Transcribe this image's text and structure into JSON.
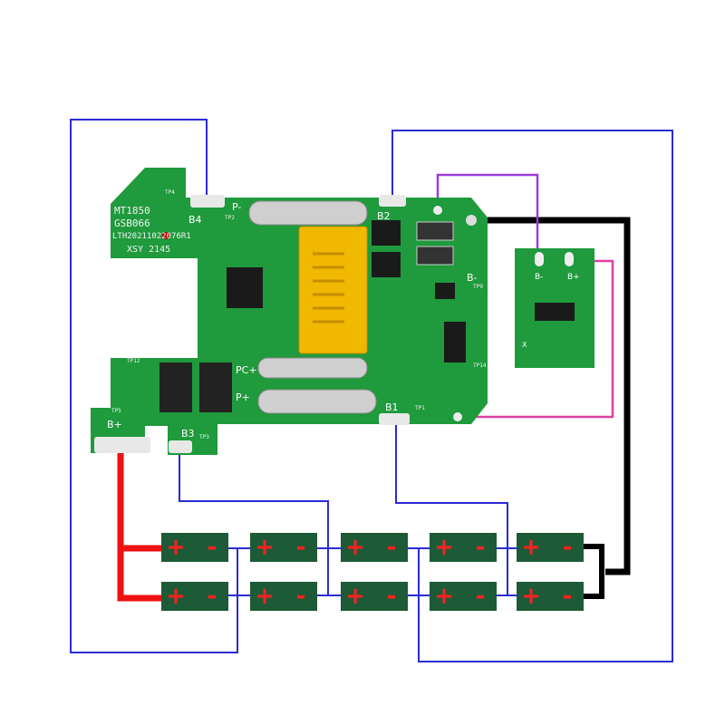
{
  "board": {
    "silkscreen": [
      "MT1850",
      "GSB066",
      "LTH20211022076R1",
      "XSY 2145"
    ],
    "pads": {
      "b4": "B4",
      "b3": "B3",
      "b2": "B2",
      "b1": "B1",
      "b_plus": "B+",
      "b_minus": "B-",
      "p_minus": "P-",
      "p_plus": "P+",
      "pc_plus": "PC+"
    },
    "test_points": [
      "TP4",
      "TP2",
      "TP12",
      "TP5",
      "TP3",
      "TP1",
      "TP9",
      "TP14"
    ]
  },
  "sub_board": {
    "pads": {
      "b_minus": "B-",
      "b_plus": "B+"
    },
    "mark": "X"
  },
  "cells": {
    "plus": "+",
    "minus": "-",
    "rows": 2,
    "columns": 5
  },
  "colors": {
    "pcb": "#1f9a3c",
    "cell": "#1d5a37",
    "wire_blue": "#2b2bd6",
    "wire_red": "#ee1111",
    "wire_black": "#000000",
    "wire_purple": "#9b3ddb",
    "wire_pink": "#e040a0",
    "terminal_plus": "#ff2020"
  }
}
